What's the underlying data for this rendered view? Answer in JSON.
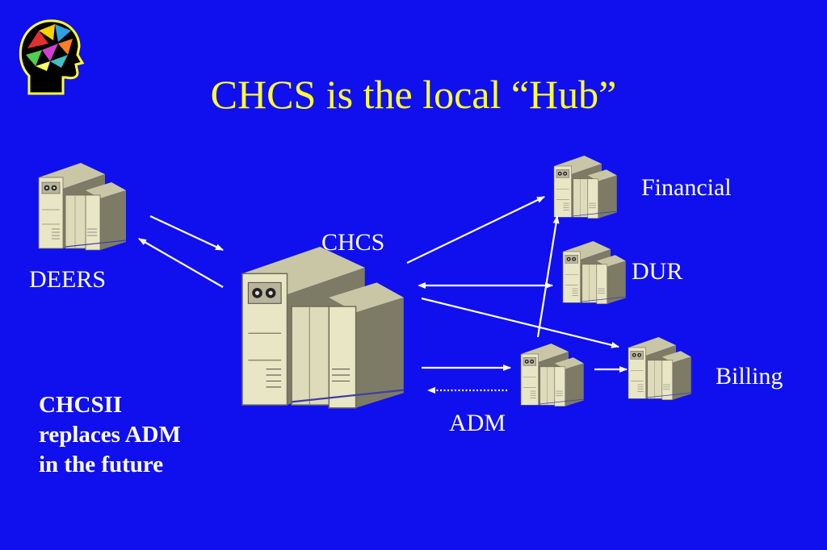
{
  "slide": {
    "title": "CHCS is the local “Hub”",
    "note_lines": [
      "CHCSII",
      "replaces ADM",
      "in the future"
    ]
  },
  "nodes": {
    "hub": "CHCS",
    "deers": "DEERS",
    "financial": "Financial",
    "dur": "DUR",
    "billing": "Billing",
    "adm": "ADM"
  },
  "colors": {
    "background": "#1010ee",
    "title": "#ffff33",
    "text": "#ffffff",
    "server_body": "#e9e6c6",
    "server_shade": "#9a987e"
  },
  "icons": {
    "logo": "head-profile-logo",
    "server": "server-computer-icon"
  }
}
